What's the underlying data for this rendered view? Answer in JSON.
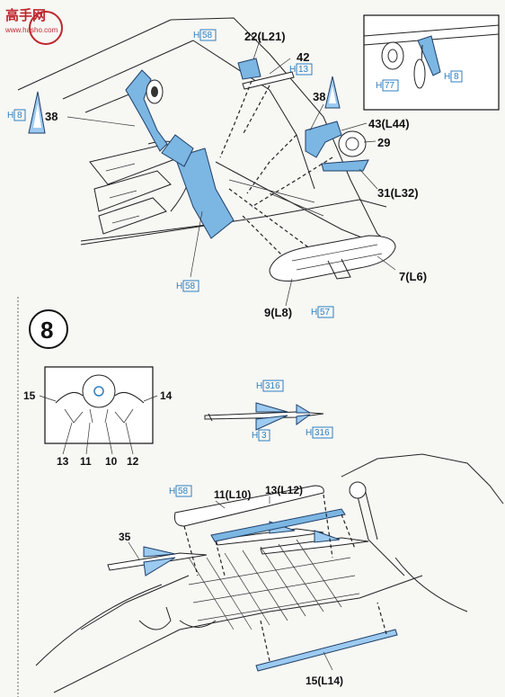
{
  "logo": {
    "text": "高手网",
    "url_text": "www.hasho.com"
  },
  "step8": {
    "number": "8"
  },
  "upper": {
    "labels": {
      "l22": "22(L21)",
      "l42": "42",
      "l38a": "38",
      "l38b": "38",
      "l43": "43(L44)",
      "l29": "29",
      "l31": "31(L32)",
      "l7": "7(L6)",
      "l9": "9(L8)"
    },
    "paint": {
      "h58_top": "58",
      "h13": "13",
      "h8_left": "8",
      "h58_bottom": "58",
      "h57": "57",
      "h77": "77",
      "h8_inset": "8"
    }
  },
  "lower": {
    "inset_labels": {
      "l15": "15",
      "l14": "14",
      "l13": "13",
      "l11": "11",
      "l10": "10",
      "l12": "12"
    },
    "missile_paint": {
      "h316a": "316",
      "h3": "3",
      "h316b": "316"
    },
    "labels": {
      "l11": "11(L10)",
      "l13": "13(L12)",
      "l35": "35",
      "l15": "15(L14)"
    },
    "paint": {
      "h58": "58"
    }
  },
  "paint_prefix": "H",
  "colors": {
    "accent_blue": "#7cb6e3",
    "paint_code": "#2f7fc0",
    "logo_red": "#c0262d"
  },
  "icons": [
    "logo-emblem-icon",
    "step-number-circle-icon"
  ]
}
